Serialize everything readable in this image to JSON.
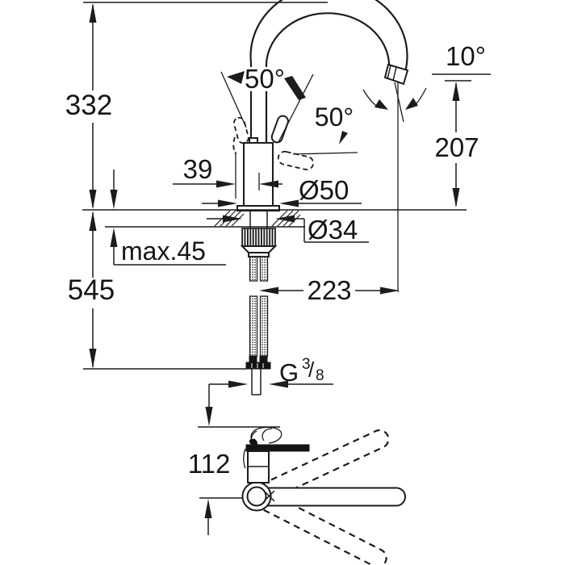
{
  "page": {
    "background": "#ffffff",
    "line_color": "#1c1c1c",
    "description": "Technical dimensional drawing of a single-lever kitchen faucet with C-spout, side view with supply hoses and top view of lever swing"
  },
  "dims": {
    "total_height": "332",
    "hose_drop": "545",
    "counter_thickness": "max.45",
    "base_offset": "39",
    "base_diameter": "Ø50",
    "hole_diameter": "Ø34",
    "spout_reach": "223",
    "spout_height": "207",
    "tip_angle": "10°",
    "handle_swing_front": "50°",
    "handle_swing_back": "50°",
    "lever_offset": "112",
    "thread_g": "G",
    "thread_num": "3",
    "thread_slash": "/",
    "thread_den": "8"
  }
}
